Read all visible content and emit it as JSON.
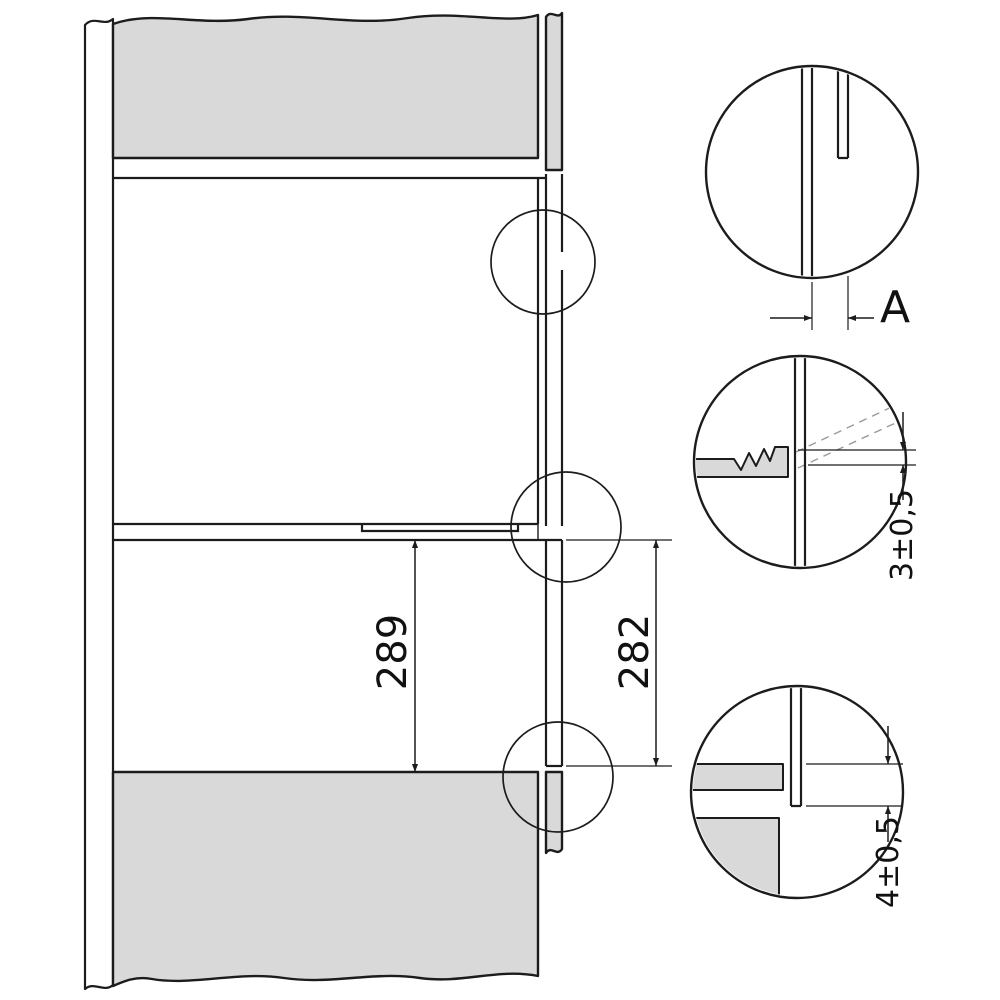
{
  "diagram": {
    "description": "Built-in appliance niche installation cross-section with three detail callout circles",
    "colors": {
      "panel_fill": "#d9d9d9",
      "line": "#1c1c1c",
      "dashed": "#9a9a9a",
      "background": "#ffffff"
    },
    "labels": {
      "niche_height": "289",
      "opening_height": "282",
      "front_gap": "A",
      "detail_mid_tolerance": "3±0,5",
      "detail_bottom_tolerance": "4±0,5"
    }
  }
}
